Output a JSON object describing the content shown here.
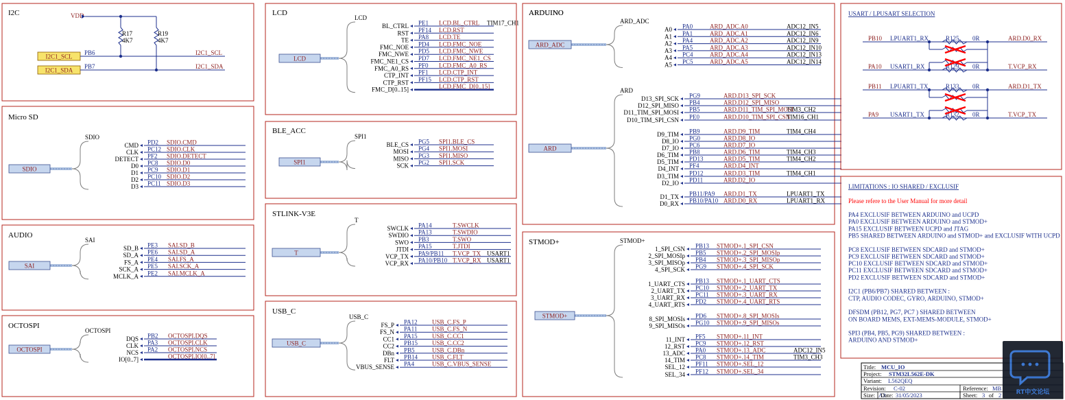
{
  "colors": {
    "frame": "#b5261e",
    "wire": "#1c2f8c",
    "net": "#8c1f1f",
    "label": "#1c2f8c",
    "busFill": "#c6d6ee",
    "i2cFill": "#f7e36b",
    "cross": "#ff0000",
    "note": "#ff0000",
    "titleText": "#1c2f8c"
  },
  "i2c": {
    "title": "I2C",
    "vdd": "VDD",
    "resistors": [
      {
        "ref": "R17",
        "value": "4K7"
      },
      {
        "ref": "R19",
        "value": "4K7"
      }
    ],
    "lines": [
      {
        "port": "I2C1_SCL",
        "pin": "PB6",
        "net": "I2C1_SCL"
      },
      {
        "port": "I2C1_SDA",
        "pin": "PB7",
        "net": "I2C1_SDA"
      }
    ]
  },
  "sheets": [
    {
      "id": "microsd",
      "title": "Micro SD",
      "busLabel": "SDIO",
      "busName": "SDIO",
      "pins": [
        {
          "label": "CMD",
          "pin": "PD2",
          "net": "SDIO.CMD"
        },
        {
          "label": "CLK",
          "pin": "PC12",
          "net": "SDIO.CLK"
        },
        {
          "label": "DETECT",
          "pin": "PF2",
          "net": "SDIO.DETECT"
        },
        {
          "label": "D0",
          "pin": "PC8",
          "net": "SDIO.D0"
        },
        {
          "label": "D1",
          "pin": "PC9",
          "net": "SDIO.D1"
        },
        {
          "label": "D2",
          "pin": "PC10",
          "net": "SDIO.D2"
        },
        {
          "label": "D3",
          "pin": "PC11",
          "net": "SDIO.D3"
        }
      ]
    },
    {
      "id": "audio",
      "title": "AUDIO",
      "busLabel": "SAI",
      "busName": "SAI",
      "pins": [
        {
          "label": "SD_B",
          "pin": "PE3",
          "net": "SAI.SD_B"
        },
        {
          "label": "SD_A",
          "pin": "PE6",
          "net": "SAI.SD_A"
        },
        {
          "label": "FS_A",
          "pin": "PE4",
          "net": "SAI.FS_A"
        },
        {
          "label": "SCK_A",
          "pin": "PE5",
          "net": "SAI.SCK_A"
        },
        {
          "label": "MCLK_A",
          "pin": "PE2",
          "net": "SAI.MCLK_A"
        }
      ]
    },
    {
      "id": "octospi",
      "title": "OCTOSPI",
      "busLabel": "OCTOSPI",
      "busName": "OCTOSPI",
      "pins": [
        {
          "label": "DQS",
          "pin": "PB2",
          "net": "OCTOSPI.DQS"
        },
        {
          "label": "CLK",
          "pin": "PA3",
          "net": "OCTOSPI.CLK"
        },
        {
          "label": "NCS",
          "pin": "PA2",
          "net": "OCTOSPI.NCS"
        },
        {
          "label": "IO[0..7]",
          "pin": "",
          "net": "OCTOSPI.IO[0..7]",
          "bus": true
        }
      ]
    },
    {
      "id": "lcd",
      "title": "LCD",
      "busLabel": "LCD",
      "busName": "LCD",
      "pins": [
        {
          "label": "BL_CTRL",
          "pin": "PE1",
          "net": "LCD.BL_CTRL",
          "alt": "TIM17_CH1"
        },
        {
          "label": "RST",
          "pin": "PF14",
          "net": "LCD.RST"
        },
        {
          "label": "TE",
          "pin": "PA8",
          "net": "LCD.TE"
        },
        {
          "label": "FMC_NOE",
          "pin": "PD4",
          "net": "LCD.FMC_NOE"
        },
        {
          "label": "FMC_NWE",
          "pin": "PD5",
          "net": "LCD.FMC_NWE"
        },
        {
          "label": "FMC_NE1_CS",
          "pin": "PD7",
          "net": "LCD.FMC_NE1_CS"
        },
        {
          "label": "FMC_A0_RS",
          "pin": "PF0",
          "net": "LCD.FMC_A0_RS"
        },
        {
          "label": "CTP_INT",
          "pin": "PF1",
          "net": "LCD.CTP_INT"
        },
        {
          "label": "CTP_RST",
          "pin": "PF15",
          "net": "LCD.CTP_RST"
        },
        {
          "label": "FMC_D[0..15]",
          "pin": "",
          "net": "LCD.FMC_D[0..15]",
          "bus": true
        }
      ]
    },
    {
      "id": "bleacc",
      "title": "BLE_ACC",
      "busLabel": "SPI1",
      "busName": "SPI1",
      "pins": [
        {
          "label": "BLE_CS",
          "pin": "PG5",
          "net": "SPI1.BLE_CS"
        },
        {
          "label": "MOSI",
          "pin": "PG4",
          "net": "SPI1.MOSI"
        },
        {
          "label": "MISO",
          "pin": "PG3",
          "net": "SPI1.MISO"
        },
        {
          "label": "SCK",
          "pin": "PG2",
          "net": "SPI1.SCK"
        }
      ]
    },
    {
      "id": "stlink",
      "title": "STLINK-V3E",
      "busLabel": "T",
      "busName": "T",
      "pins": [
        {
          "label": "SWCLK",
          "pin": "PA14",
          "net": "T.SWCLK"
        },
        {
          "label": "SWDIO",
          "pin": "PA13",
          "net": "T.SWDIO"
        },
        {
          "label": "SWO",
          "pin": "PB3",
          "net": "T.SWO"
        },
        {
          "label": "JTDI",
          "pin": "PA15",
          "net": "T.JTDI"
        },
        {
          "label": "VCP_TX",
          "pin": "PA9/PB11",
          "net": "T.VCP_TX",
          "alt": "USART1"
        },
        {
          "label": "VCP_RX",
          "pin": "PA10/PB10",
          "net": "T.VCP_RX",
          "alt": "USART1"
        }
      ]
    },
    {
      "id": "usbc",
      "title": "USB_C",
      "busLabel": "USB_C",
      "busName": "USB_C",
      "pins": [
        {
          "label": "FS_P",
          "pin": "PA12",
          "net": "USB_C.FS_P"
        },
        {
          "label": "FS_N",
          "pin": "PA11",
          "net": "USB_C.FS_N"
        },
        {
          "label": "CC1",
          "pin": "PA15",
          "net": "USB_C.CC1"
        },
        {
          "label": "CC2",
          "pin": "PB15",
          "net": "USB_C.CC2"
        },
        {
          "label": "DBn",
          "pin": "PB5",
          "net": "USB_C.DBn"
        },
        {
          "label": "FLT",
          "pin": "PB14",
          "net": "USB_C.FLT"
        },
        {
          "label": "VBUS_SENSE",
          "pin": "PA4",
          "net": "USB_C.VBUS_SENSE"
        }
      ]
    },
    {
      "id": "arduino",
      "title": "ARDUINO",
      "busLabel": "ARD_ADC",
      "busName": "ARD_ADC",
      "pins": [
        {
          "label": "A0",
          "pin": "PA0",
          "net": "ARD_ADC.A0",
          "alt": "ADC12_IN5"
        },
        {
          "label": "A1",
          "pin": "PA1",
          "net": "ARD_ADC.A1",
          "alt": "ADC12_IN6"
        },
        {
          "label": "A2",
          "pin": "PA4",
          "net": "ARD_ADC.A2",
          "alt": "ADC12_IN9"
        },
        {
          "label": "A3",
          "pin": "PA5",
          "net": "ARD_ADC.A3",
          "alt": "ADC12_IN10"
        },
        {
          "label": "A4",
          "pin": "PC4",
          "net": "ARD_ADC.A4",
          "alt": "ADC12_IN13"
        },
        {
          "label": "A5",
          "pin": "PC5",
          "net": "ARD_ADC.A5",
          "alt": "ADC12_IN14"
        }
      ]
    },
    {
      "id": "ard",
      "title": "",
      "busLabel": "ARD",
      "busName": "ARD",
      "pins": [
        {
          "label": "D13_SPI_SCK",
          "pin": "PG9",
          "net": "ARD.D13_SPI_SCK"
        },
        {
          "label": "D12_SPI_MISO",
          "pin": "PB4",
          "net": "ARD.D12_SPI_MISO"
        },
        {
          "label": "D11_TIM_SPI_MOSI",
          "pin": "PB5",
          "net": "ARD.D11_TIM_SPI_MOSI",
          "alt": "TIM3_CH2"
        },
        {
          "label": "D10_TIM_SPI_CSN",
          "pin": "PE0",
          "net": "ARD.D10_TIM_SPI_CSN",
          "alt": "TIM16_CH1"
        },
        {
          "label": "D9_TIM",
          "pin": "PB9",
          "net": "ARD.D9_TIM",
          "alt": "TIM4_CH4"
        },
        {
          "label": "D8_IO",
          "pin": "PG0",
          "net": "ARD.D8_IO"
        },
        {
          "label": "D7_IO",
          "pin": "PC6",
          "net": "ARD.D7_IO"
        },
        {
          "label": "D6_TIM",
          "pin": "PB8",
          "net": "ARD.D6_TIM",
          "alt": "TIM4_CH3"
        },
        {
          "label": "D5_TIM",
          "pin": "PD13",
          "net": "ARD.D5_TIM",
          "alt": "TIM4_CH2"
        },
        {
          "label": "D4_INT",
          "pin": "PF4",
          "net": "ARD.D4_INT"
        },
        {
          "label": "D3_TIM",
          "pin": "PD12",
          "net": "ARD.D3_TIM",
          "alt": "TIM4_CH1"
        },
        {
          "label": "D2_IO",
          "pin": "PD11",
          "net": "ARD.D2_IO"
        },
        {
          "label": "D1_TX",
          "pin": "PB11/PA9",
          "net": "ARD.D1_TX",
          "alt": "LPUART1_TX"
        },
        {
          "label": "D0_RX",
          "pin": "PB10/PA10",
          "net": "ARD.D0_RX",
          "alt": "LPUART1_RX"
        }
      ]
    },
    {
      "id": "stmod",
      "title": "STMOD+",
      "busLabel": "STMOD+",
      "busName": "STMOD+",
      "pins": [
        {
          "label": "1_SPI_CSN",
          "pin": "PB13",
          "net": "STMOD+.1_SPI_CSN"
        },
        {
          "label": "2_SPI_MOSIp",
          "pin": "PB5",
          "net": "STMOD+.2_SPI_MOSIp"
        },
        {
          "label": "3_SPI_MISOp",
          "pin": "PB4",
          "net": "STMOD+.3_SPI_MISOp"
        },
        {
          "label": "4_SPI_SCK",
          "pin": "PG9",
          "net": "STMOD+.4_SPI_SCK"
        },
        {
          "label": "1_UART_CTS",
          "pin": "PB13",
          "net": "STMOD+.1_UART_CTS"
        },
        {
          "label": "2_UART_TX",
          "pin": "PC10",
          "net": "STMOD+.2_UART_TX"
        },
        {
          "label": "3_UART_RX",
          "pin": "PC11",
          "net": "STMOD+.3_UART_RX"
        },
        {
          "label": "4_UART_RTS",
          "pin": "PD2",
          "net": "STMOD+.4_UART_RTS"
        },
        {
          "label": "8_SPI_MOSIs",
          "pin": "PD6",
          "net": "STMOD+.8_SPI_MOSIs"
        },
        {
          "label": "9_SPI_MISOs",
          "pin": "PG10",
          "net": "STMOD+.9_SPI_MISOs"
        },
        {
          "label": "11_INT",
          "pin": "PF5",
          "net": "STMOD+.11_INT"
        },
        {
          "label": "12_RST",
          "pin": "PC9",
          "net": "STMOD+.12_RST"
        },
        {
          "label": "13_ADC",
          "pin": "PA0",
          "net": "STMOD+.13_ADC",
          "alt": "ADC12_IN5"
        },
        {
          "label": "14_TIM",
          "pin": "PC8",
          "net": "STMOD+.14_TIM",
          "alt": "TIM3_CH3"
        },
        {
          "label": "SEL_12",
          "pin": "PF11",
          "net": "STMOD+.SEL_12"
        },
        {
          "label": "SEL_34",
          "pin": "PF12",
          "net": "STMOD+.SEL_34"
        }
      ]
    }
  ],
  "usart": {
    "title": "USART / LPUSART SELECTION",
    "rows": [
      {
        "pin": "PB10",
        "sig": "LPUART1_RX",
        "ref": "R125",
        "val": "0R",
        "net": "ARD.D0_RX",
        "crossed": false
      },
      {
        "pin": "PA10",
        "sig": "USART1_RX",
        "ref": "R129",
        "val": "0R",
        "net": "T.VCP_RX",
        "crossed": false
      },
      {
        "pin": "PB11",
        "sig": "LPUART1_TX",
        "ref": "R133",
        "val": "0R",
        "net": "ARD.D1_TX",
        "crossed": false
      },
      {
        "pin": "PA9",
        "sig": "USART1_TX",
        "ref": "R132",
        "val": "0R",
        "net": "T.VCP_TX",
        "crossed": false
      }
    ]
  },
  "limits": {
    "title": "LIMITATIONS : IO SHARED / EXCLUSIF",
    "note": "Please refere to the User Manual for more detail",
    "lines": [
      "PA4 EXCLUSIF BETWEEN ARDUINO and UCPD",
      "PA0 EXCLUSIF BETWEEN ARDUINO and STMOD+",
      "PA15 EXCLUSIF BETWEEN UCPD and JTAG",
      "PB5 SHARED BETWEEN ARDUINO and STMOD+ and EXCLUSIF WITH UCPD",
      "",
      "PC8 EXCLUSIF BETWEEN SDCARD and STMOD+",
      "PC9 EXCLUSIF BETWEEN SDCARD and STMOD+",
      "PC10 EXCLUSIF BETWEEN SDCARD and STMOD+",
      "PC11 EXCLUSIF BETWEEN SDCARD and STMOD+",
      "PD2 EXCLUSIF BETWEEN SDCARD and STMOD+",
      "",
      "I2C1 (PB6/PB7) SHARED BETWEEN :",
      "    CTP, AUDIO CODEC, GYRO, ARDUINO, STMOD+",
      "",
      "DFSDM (PB12, PG7, PC7 ) SHARED BETWEEN",
      "    ON BOARD MEMS, EXT-MEMS-MODULE, STMOD+",
      "",
      "SPI3 (PB4, PB5, PG9) SHARED BETWEEN :",
      "    ARDUINO AND STMOD+"
    ]
  },
  "titleBlock": {
    "title_label": "Title:",
    "title_value": "MCU_IO",
    "project_label": "Project:",
    "project_value": "STM32L562E-DK",
    "variant_label": "Variant:",
    "variant_value": "L562QEQ",
    "revision_label": "Revision:",
    "revision_value": "C-02",
    "reference_label": "Reference:",
    "reference_value": "MB",
    "size_label": "Size:",
    "size_value": "A3",
    "date_label": "Date:",
    "date_value": "31/05/2023",
    "sheet_label": "Sheet:",
    "sheet_value": "3",
    "sheet_of": "of",
    "sheet_total": "2"
  },
  "watermark": {
    "text": "RT中文论坛"
  }
}
